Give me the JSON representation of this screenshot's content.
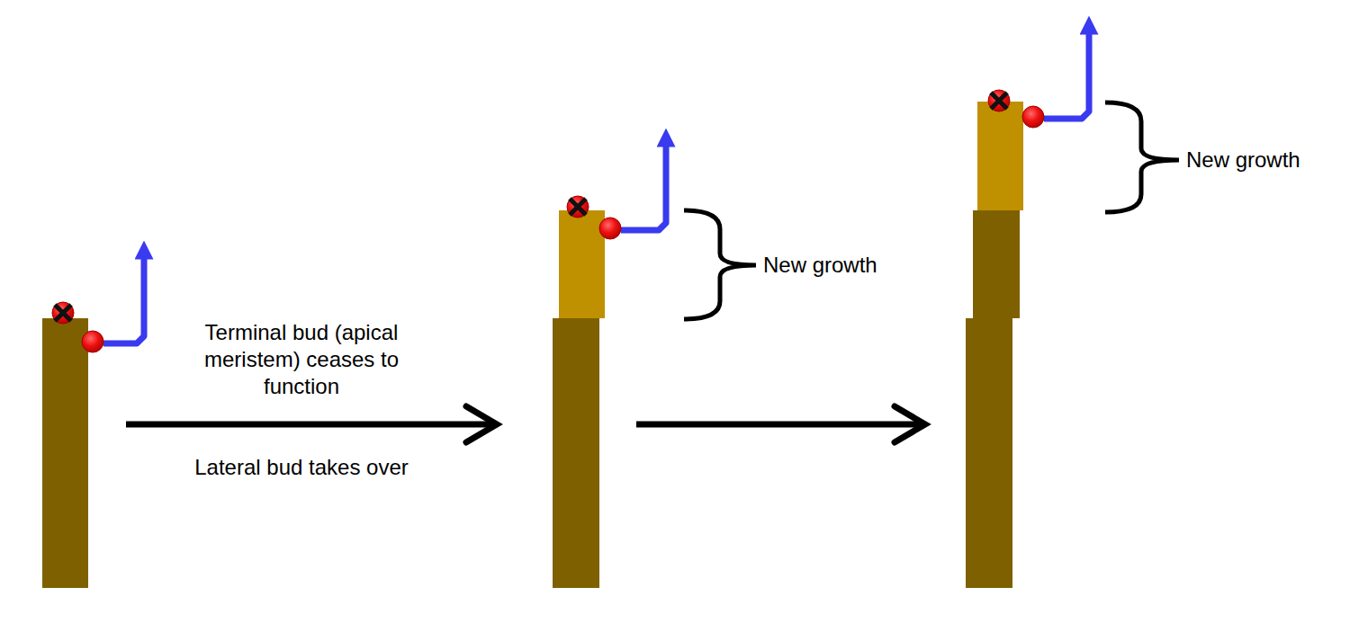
{
  "diagram": {
    "labels": [
      "Terminal bud (apical meristem) ceases to function",
      "Lateral bud takes over",
      "New growth",
      "New growth"
    ]
  }
}
